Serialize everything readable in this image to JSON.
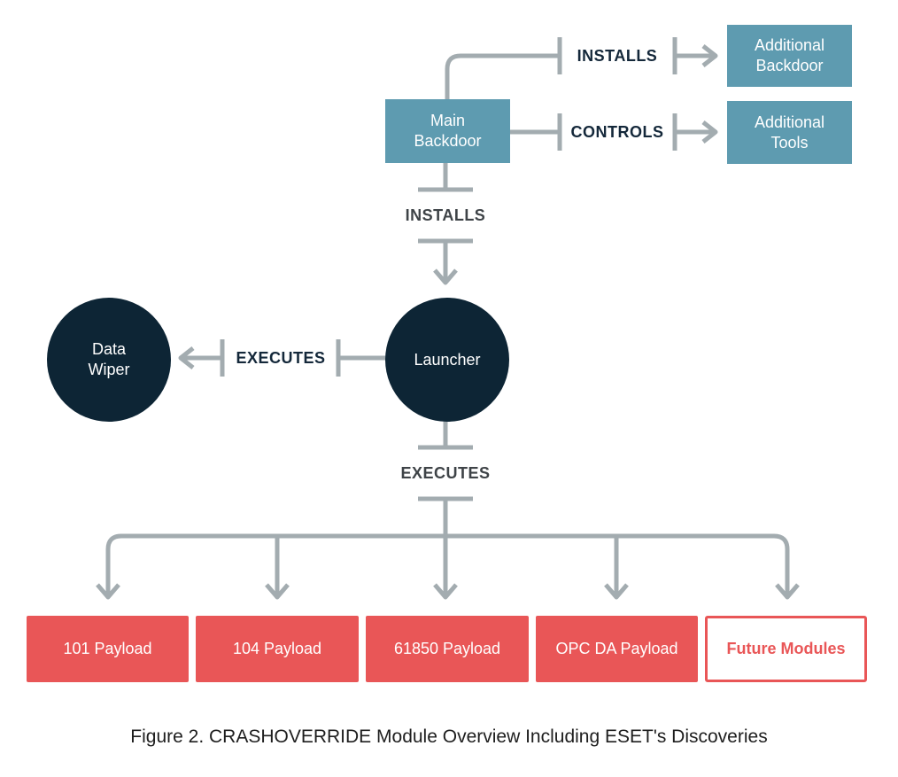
{
  "nodes": {
    "additional_backdoor": "Additional\nBackdoor",
    "additional_tools": "Additional\nTools",
    "main_backdoor": "Main\nBackdoor",
    "launcher": "Launcher",
    "data_wiper": "Data\nWiper",
    "payload_101": "101 Payload",
    "payload_104": "104 Payload",
    "payload_61850": "61850 Payload",
    "payload_opc_da": "OPC DA Payload",
    "future_modules": "Future Modules"
  },
  "edges": {
    "installs_backdoor": "INSTALLS",
    "controls_tools": "CONTROLS",
    "installs_launcher": "INSTALLS",
    "executes_wiper": "EXECUTES",
    "executes_payloads": "EXECUTES"
  },
  "caption": "Figure 2. CRASHOVERRIDE Module Overview Including ESET's Discoveries",
  "colors": {
    "teal_box": "#5e9bb0",
    "navy_circle": "#0d2535",
    "payload_red": "#e95657",
    "connector_gray": "#a3acb0"
  }
}
